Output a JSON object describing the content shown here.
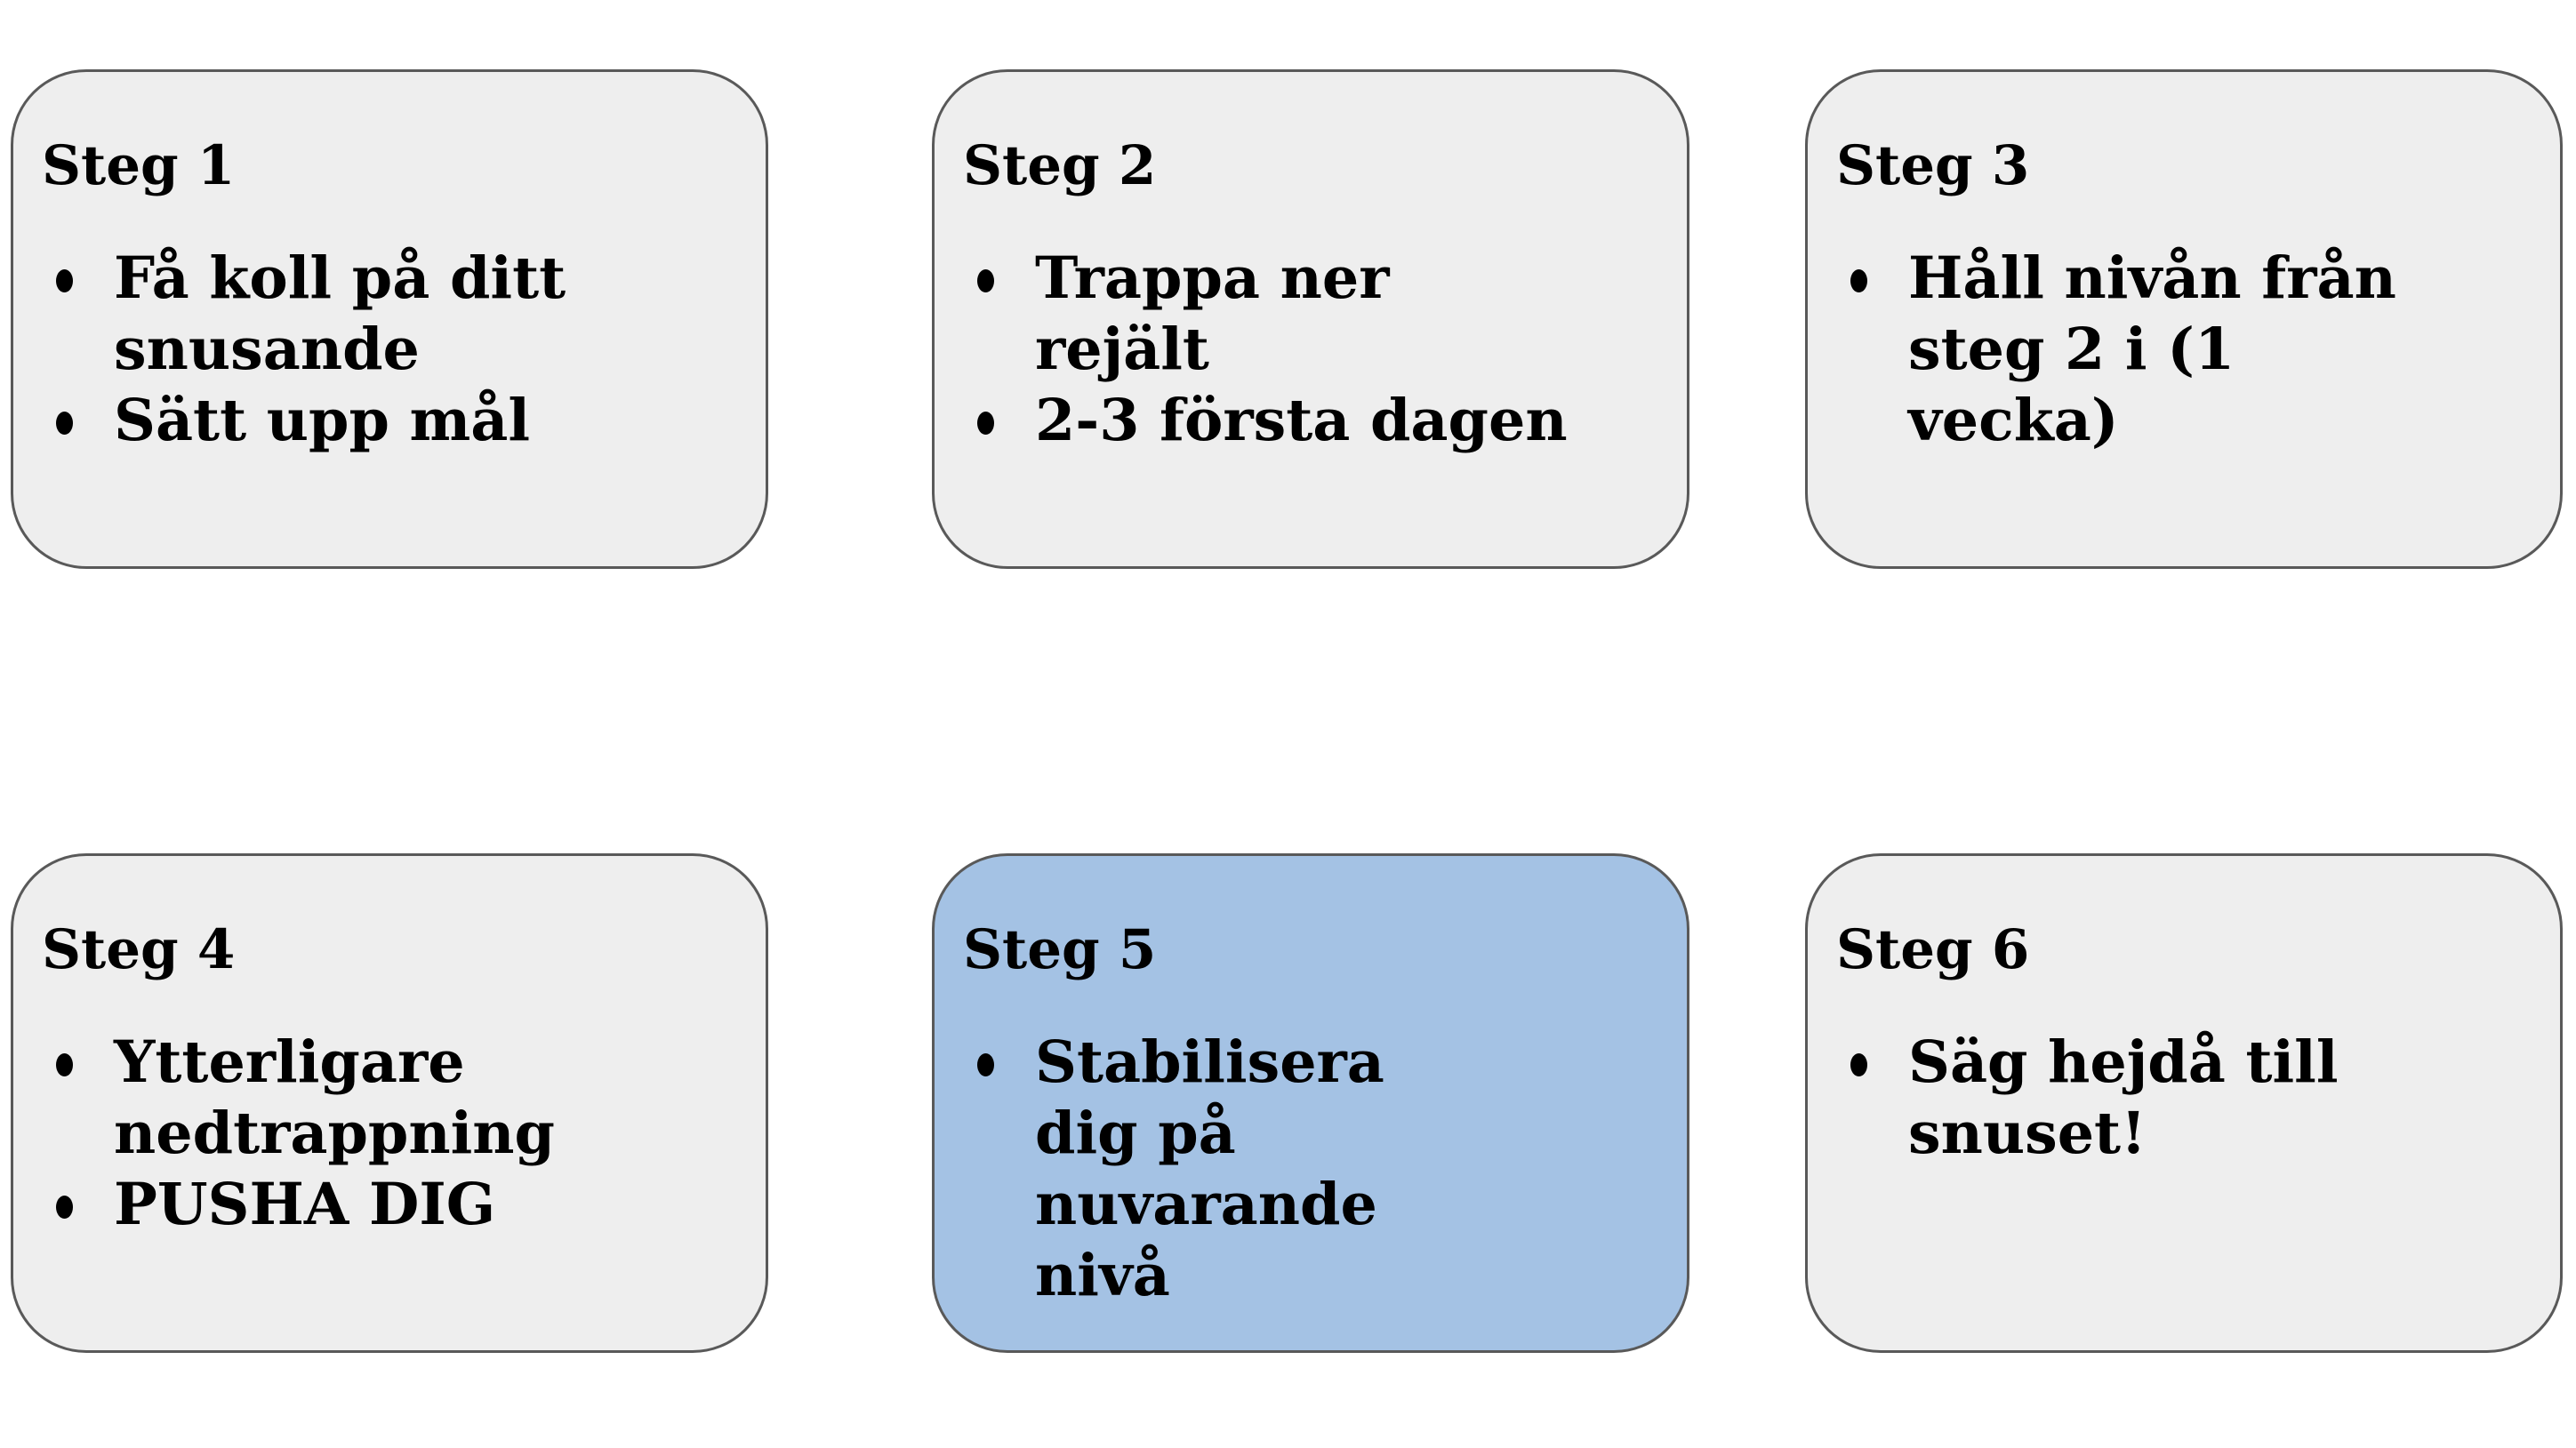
{
  "colors": {
    "page_background": "#ffffff",
    "card_bg": "#eeeeee",
    "card_highlight_bg": "#a4c2e4",
    "card_border": "#595959",
    "text": "#000000"
  },
  "cards": [
    {
      "title": "Steg 1",
      "items": [
        "Få koll på ditt snusande",
        "Sätt upp mål"
      ],
      "highlighted": false
    },
    {
      "title": "Steg 2",
      "items": [
        "Trappa ner rejält",
        "2-3 första dagen"
      ],
      "highlighted": false
    },
    {
      "title": "Steg 3",
      "items": [
        "Håll nivån från steg 2 i (1 vecka)"
      ],
      "highlighted": false
    },
    {
      "title": "Steg 4",
      "items": [
        "Ytterligare nedtrappning",
        "PUSHA DIG"
      ],
      "highlighted": false
    },
    {
      "title": "Steg 5",
      "items": [
        "Stabilisera dig på nuvarande nivå"
      ],
      "highlighted": true
    },
    {
      "title": "Steg 6",
      "items": [
        "Säg hejdå till snuset!"
      ],
      "highlighted": false
    }
  ]
}
